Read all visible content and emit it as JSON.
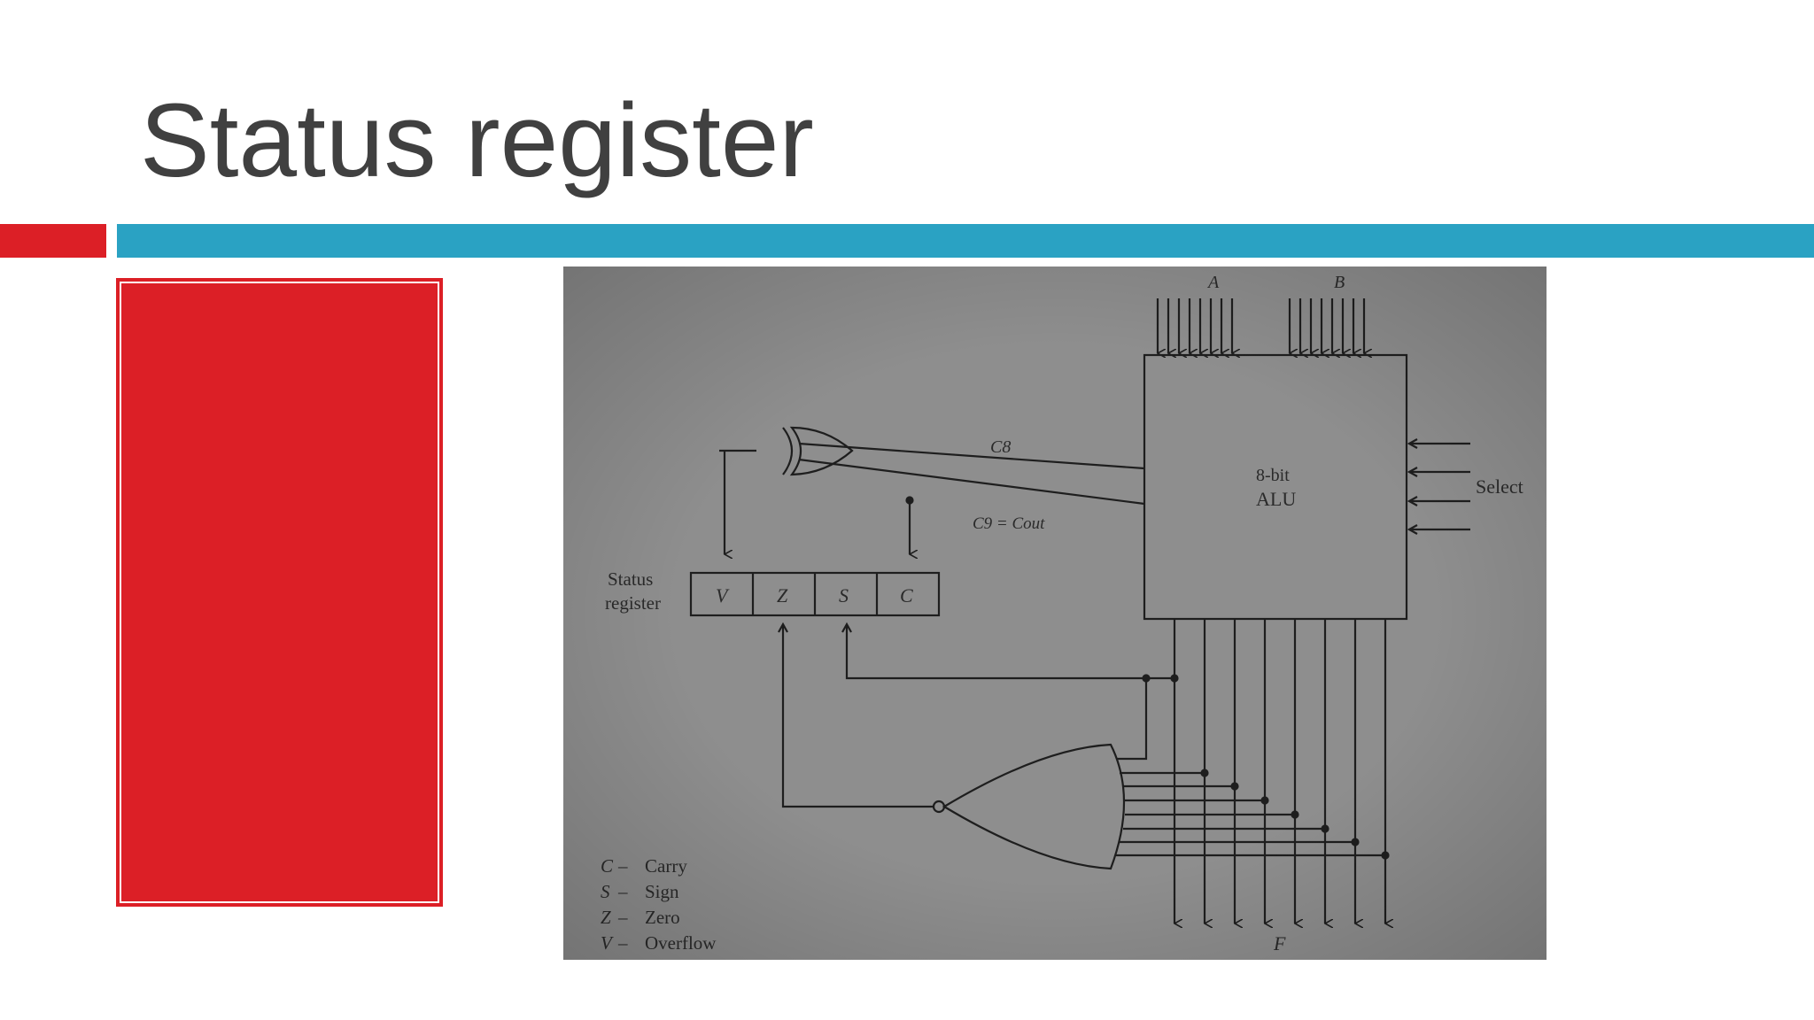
{
  "slide": {
    "title": "Status register"
  },
  "colors": {
    "title_text": "#404040",
    "accent_red": "#dc1f26",
    "accent_blue": "#2aa2c3",
    "photo_background": "#8e8e8e"
  },
  "diagram": {
    "input_a": "A",
    "input_b": "B",
    "alu_line1": "8-bit",
    "alu_line2": "ALU",
    "select": "Select",
    "c8": "C8",
    "c9": "C9 = Cout",
    "status_line1": "Status",
    "status_line2": "register",
    "bits": [
      "V",
      "Z",
      "S",
      "C"
    ],
    "output_f": "F",
    "legend": [
      {
        "letter": "C",
        "dash": "–",
        "name": "Carry"
      },
      {
        "letter": "S",
        "dash": "–",
        "name": "Sign"
      },
      {
        "letter": "Z",
        "dash": "–",
        "name": "Zero"
      },
      {
        "letter": "V",
        "dash": "–",
        "name": "Overflow"
      }
    ]
  }
}
